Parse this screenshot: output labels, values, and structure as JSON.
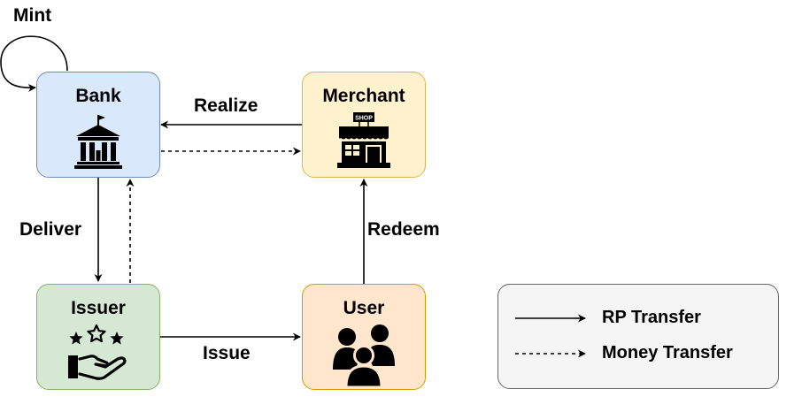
{
  "colors": {
    "bank_fill": "#dae8fc",
    "bank_border": "#6c8ebf",
    "merchant_fill": "#fff2cc",
    "merchant_border": "#d6b656",
    "issuer_fill": "#d5e8d4",
    "issuer_border": "#82b366",
    "user_fill": "#ffe6cc",
    "user_border": "#d79b00",
    "legend_fill": "#f5f5f5",
    "legend_border": "#666666",
    "line": "#000000"
  },
  "nodes": {
    "bank": {
      "label": "Bank",
      "icon": "bank-building-icon"
    },
    "merchant": {
      "label": "Merchant",
      "icon": "shop-icon",
      "sign_text": "SHOP"
    },
    "issuer": {
      "label": "Issuer",
      "icon": "hand-stars-icon"
    },
    "user": {
      "label": "User",
      "icon": "user-group-icon"
    }
  },
  "edges": {
    "mint": "Mint",
    "realize": "Realize",
    "deliver": "Deliver",
    "redeem": "Redeem",
    "issue": "Issue"
  },
  "legend": {
    "rp_transfer": "RP Transfer",
    "money_transfer": "Money Transfer"
  }
}
